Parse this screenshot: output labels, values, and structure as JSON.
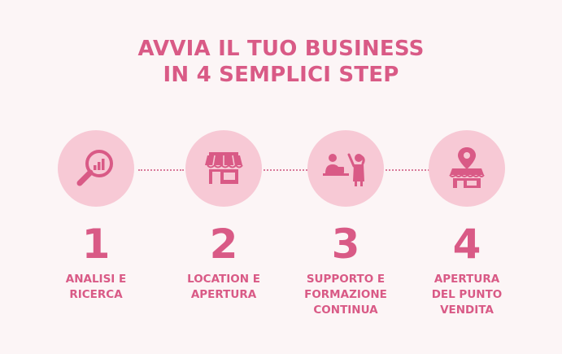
{
  "header": {
    "title_line1": "AVVIA IL TUO BUSINESS",
    "title_line2": "IN 4 SEMPLICI STEP"
  },
  "colors": {
    "accent": "#d95a86",
    "circle": "#f7c9d5",
    "background": "#fcf5f6"
  },
  "steps": [
    {
      "number": "1",
      "icon": "magnifier-chart-icon",
      "label_lines": [
        "ANALISI E",
        "RICERCA"
      ]
    },
    {
      "number": "2",
      "icon": "storefront-icon",
      "label_lines": [
        "LOCATION E",
        "APERTURA"
      ]
    },
    {
      "number": "3",
      "icon": "training-people-icon",
      "label_lines": [
        "SUPPORTO E",
        "FORMAZIONE",
        "CONTINUA"
      ]
    },
    {
      "number": "4",
      "icon": "store-location-pin-icon",
      "label_lines": [
        "APERTURA",
        "DEL PUNTO",
        "VENDITA"
      ]
    }
  ]
}
